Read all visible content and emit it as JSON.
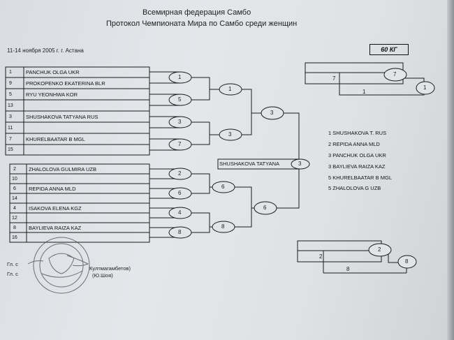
{
  "header": {
    "org": "Всемирная федерация Самбо",
    "protocol": "Протокол Чемпионата Мира по Самбо среди женщин",
    "date_place": "11-14 ноября 2005 г.   г. Астана",
    "weight": "60 КГ"
  },
  "pool_a": [
    {
      "no": "1",
      "name": "PANCHUK  OLGA  UKR"
    },
    {
      "no": "9",
      "name": "PROKOPENKO  EKATERINA   BLR"
    },
    {
      "no": "5",
      "name": "RYU  YEONHWA    KOR"
    },
    {
      "no": "13",
      "name": ""
    },
    {
      "no": "3",
      "name": "SHUSHAKOVA  TATYANA   RUS"
    },
    {
      "no": "11",
      "name": ""
    },
    {
      "no": "7",
      "name": "KHURELBAATAR  B  MGL"
    },
    {
      "no": "15",
      "name": ""
    }
  ],
  "pool_b": [
    {
      "no": "2",
      "name": "ZHALOLOVA  GULMIRA    UZB"
    },
    {
      "no": "10",
      "name": ""
    },
    {
      "no": "6",
      "name": "REPIDA  ANNA  MLD"
    },
    {
      "no": "14",
      "name": ""
    },
    {
      "no": "4",
      "name": "ISAKOVA  ELENA  KGZ"
    },
    {
      "no": "12",
      "name": ""
    },
    {
      "no": "8",
      "name": "BAYLIEVA  RAIZA    KAZ"
    },
    {
      "no": "16",
      "name": ""
    }
  ],
  "rounds": {
    "a_r1": [
      "1",
      "5",
      "3",
      "7"
    ],
    "a_r2": [
      "1",
      "3"
    ],
    "a_final": "3",
    "b_r1": [
      "2",
      "6",
      "4",
      "8"
    ],
    "b_r2": [
      "6",
      "8"
    ],
    "b_final": "6",
    "final_name": "SHUSHAKOVA  TATYANA",
    "final_winner": "3"
  },
  "repechage_top": {
    "match": "7",
    "row_no": "7",
    "final_no": "1",
    "result": "1"
  },
  "repechage_bottom": {
    "match": "2",
    "row_no": "2",
    "final_no": "8",
    "result": "8"
  },
  "ranking": [
    "1  SHUSHAKOVA   T.  RUS",
    "2  REPIDA  ANNA  MLD",
    "3  PANCHUK  OLGA  UKR",
    "3  BAYLIEVA  RAIZA    KAZ",
    "5  KHURELBAATAR  B  MGL",
    "5  ZHALOLOVA   G   UZB"
  ],
  "signatures": {
    "line1_prefix": "Гл. с",
    "line1_name": "Култмагамбетов)",
    "line2_prefix": "Гл. с",
    "line2_name": "(Ю.Шоя)"
  }
}
